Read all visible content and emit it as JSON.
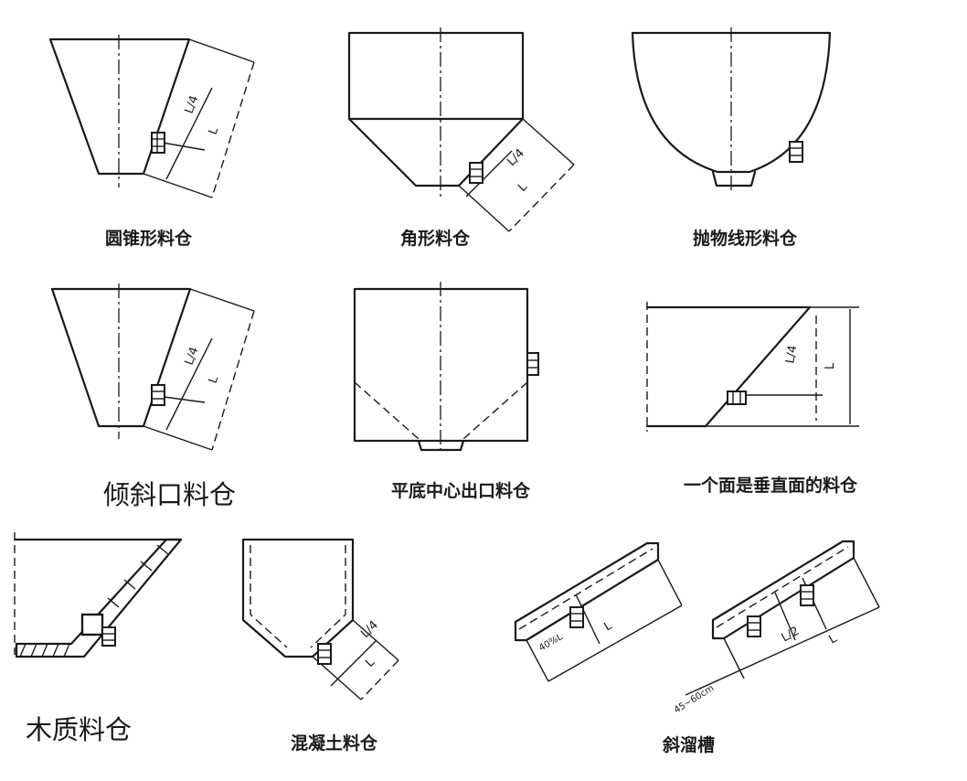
{
  "captions": {
    "conical": "圆锥形料仓",
    "angular": "角形料仓",
    "parabolic": "抛物线形料仓",
    "inclined_outlet": "倾斜口料仓",
    "flat_bottom": "平底中心出口料仓",
    "one_vertical": "一个面是垂直面的料仓",
    "wooden": "木质料仓",
    "concrete": "混凝土料仓",
    "chute": "斜溜槽"
  },
  "dims": {
    "l4": "L/4",
    "l": "L",
    "l2": "L/2",
    "pct": "40%L",
    "range": "45~60cm"
  }
}
